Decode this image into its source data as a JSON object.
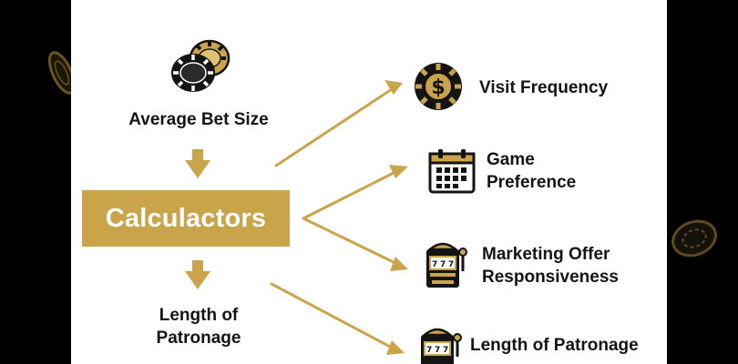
{
  "diagram": {
    "center": {
      "label": "Calculactors"
    },
    "inputs": [
      {
        "label": "Average Bet Size",
        "icon": "poker-chips-icon"
      },
      {
        "label_lines": [
          "Length of",
          "Patronage"
        ]
      }
    ],
    "outputs": [
      {
        "label": "Visit Frequency",
        "icon": "dollar-chip-icon"
      },
      {
        "label_lines": [
          "Game",
          "Preference"
        ],
        "icon": "calendar-icon"
      },
      {
        "label_lines": [
          "Marketing Offer",
          "Responsiveness"
        ],
        "icon": "slot-machine-icon"
      },
      {
        "label": "Length of Patronage",
        "icon": "slot-machine-icon"
      }
    ],
    "colors": {
      "gold": "#c9a44a",
      "dark": "#141414",
      "panel": "#ffffff",
      "background": "#000000"
    }
  }
}
